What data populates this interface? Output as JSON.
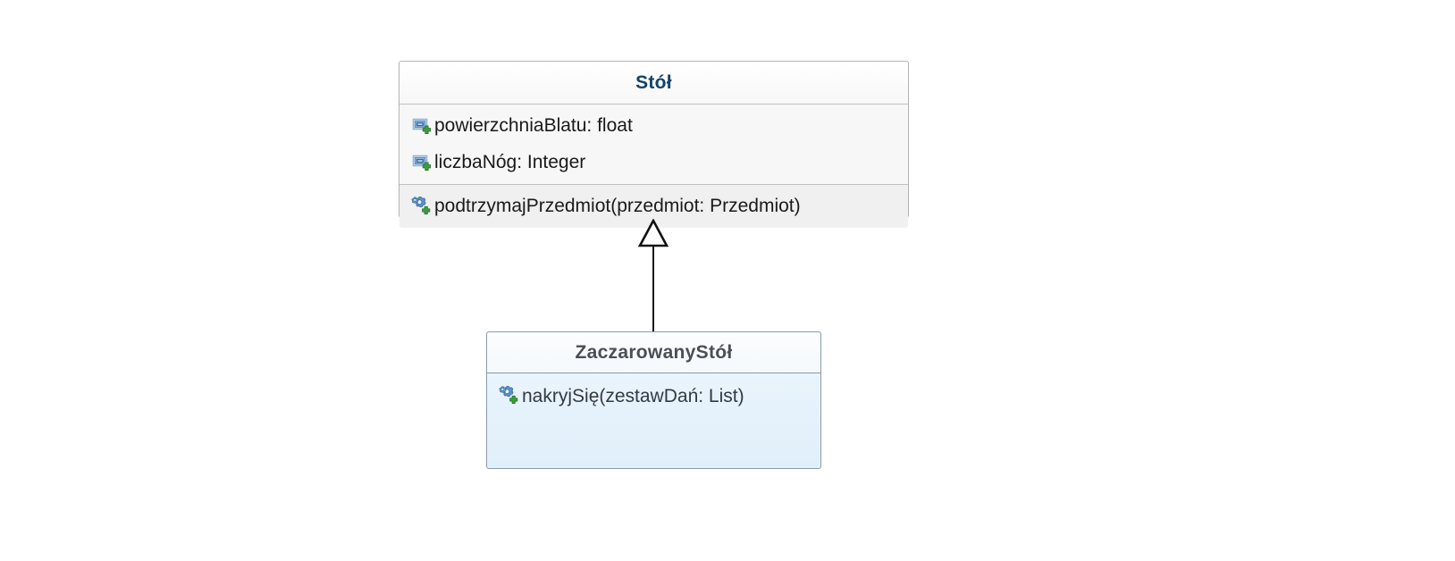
{
  "diagram": {
    "type": "uml-class-diagram",
    "background_color": "#ffffff",
    "relationship": {
      "kind": "generalization",
      "label": "",
      "from": "ZaczarowanyStół",
      "to": "Stół",
      "arrow": "hollow-triangle",
      "line_color": "#111111"
    }
  },
  "classes": [
    {
      "id": "stol",
      "name": "Stół",
      "name_color": "#12436b",
      "border_color": "#b4b4b4",
      "header_bg": "#fafafa",
      "attributes": [
        {
          "icon": "attribute-public-icon",
          "visibility": "public",
          "text": "powierzchniaBlatu: float"
        },
        {
          "icon": "attribute-public-icon",
          "visibility": "public",
          "text": "liczbaNóg: Integer"
        }
      ],
      "operations": [
        {
          "icon": "operation-public-icon",
          "visibility": "public",
          "text": "podtrzymajPrzedmiot(przedmiot: Przedmiot)"
        }
      ]
    },
    {
      "id": "zaczarowany-stol",
      "name": "ZaczarowanyStół",
      "name_color": "#4a4f56",
      "border_color": "#8a9aa6",
      "header_bg": "#f7fbfe",
      "body_bg": "#e3f0fa",
      "attributes": [],
      "operations": [
        {
          "icon": "operation-public-icon",
          "visibility": "public",
          "text": "nakryjSię(zestawDań: List)"
        }
      ]
    }
  ]
}
